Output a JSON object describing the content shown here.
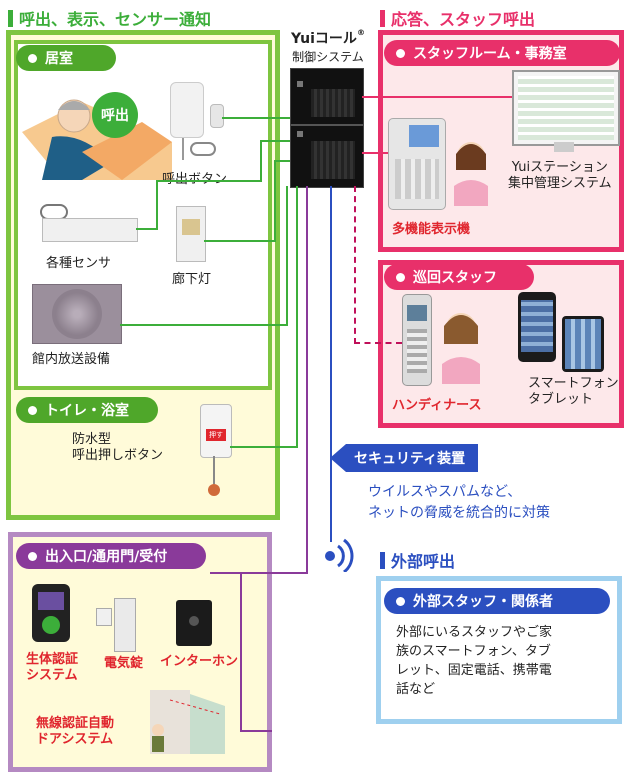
{
  "left_heading": "呼出、表示、センサー通知",
  "right_heading": "応答、スタッフ呼出",
  "controller": {
    "brand": "Yuiコール",
    "reg": "®",
    "subtitle": "制御システム"
  },
  "kyoshitsu": {
    "title": "居室",
    "call_bubble": "呼出",
    "call_button": "呼出ボタン",
    "sensors": "各種センサ",
    "hall_light": "廊下灯",
    "broadcast": "館内放送設備"
  },
  "toilet": {
    "title": "トイレ・浴室",
    "button_label": "防水型\n呼出押しボタン",
    "button_mark": "押す"
  },
  "entrance": {
    "title": "出入口/通用門/受付",
    "bio": "生体認証\nシステム",
    "lock": "電気錠",
    "intercom": "インターホン",
    "door": "無線認証自動\nドアシステム"
  },
  "staff_room": {
    "title": "スタッフルーム・事務室",
    "station": "Yuiステーション\n集中管理システム",
    "phone": "多機能表示機"
  },
  "patrol": {
    "title": "巡回スタッフ",
    "handy": "ハンディナース",
    "smart": "スマートフォン\nタブレット"
  },
  "security": {
    "title": "セキュリティ装置",
    "desc": "ウイルスやスパムなど、\nネットの脅威を統合的に対策"
  },
  "external": {
    "heading": "外部呼出",
    "title": "外部スタッフ・関係者",
    "desc": "外部にいるスタッフやご家\n族のスマートフォン、タブ\nレット、固定電話、携帯電\n話など"
  },
  "colors": {
    "green": "#7ec540",
    "pink": "#e8306a",
    "purple": "#8a3a9a",
    "blue": "#2b4fc0",
    "lightblue": "#9fd0ef",
    "cream": "#fffbd9",
    "pinkbg": "#fde8ea"
  }
}
